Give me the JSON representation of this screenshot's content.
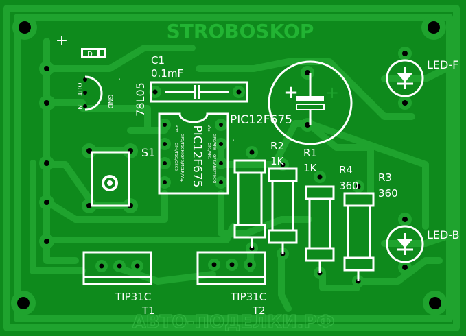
{
  "title": "STROBOSKOP",
  "watermark": "АВТО-ПОДЕЛКИ.РФ",
  "colors": {
    "board": "#0e8a1c",
    "copper": "#1fa32e",
    "title": "#22b433",
    "silk": "#ffffff",
    "hole": "#000000"
  },
  "labels": {
    "plus": "+",
    "diode": "D",
    "c1": "C1",
    "c1_value": "0.1mF",
    "reg": "78L05",
    "reg_out": "OUT",
    "reg_in": "IN",
    "reg_gnd": "GND",
    "pic_label": "PIC12F675",
    "pic_chip": "PIC12F675",
    "s1": "S1",
    "r1": "R1",
    "r1_value": "1K",
    "r2": "R2",
    "r2_value": "1K",
    "r3": "R3",
    "r3_value": "360",
    "r4": "R4",
    "r4_value": "360",
    "led_top": "LED-F",
    "led_bottom": "LED-B",
    "cap_plus": "+",
    "cap_plus2": "+",
    "t1_type": "TIP31C",
    "t1": "T1",
    "t2_type": "TIP31C",
    "t2": "T2",
    "pin_left_1": "Vdd",
    "pin_left_2": "GP5/T1CKI",
    "pin_left_3": "GP4/T1G/OSC2",
    "pin_left_4": "GP3/MCLR/Vpp",
    "pin_right_1": "Vss",
    "pin_right_2": "GP0/AN0",
    "pin_right_3": "GP1/AN1",
    "pin_right_4": "GP2/AN2/T0CKI"
  }
}
